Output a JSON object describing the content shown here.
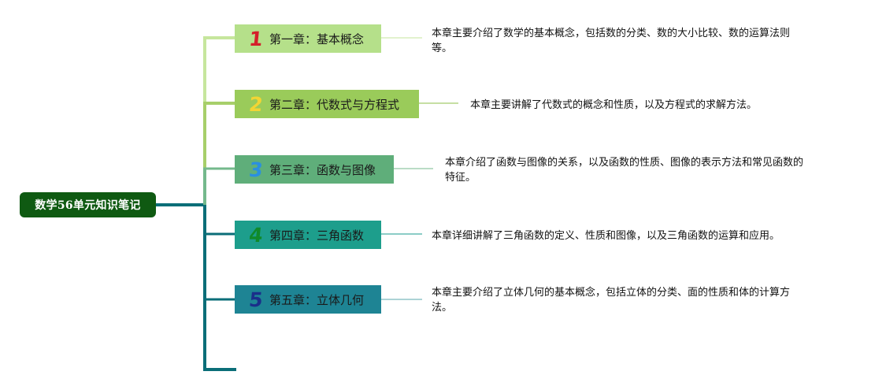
{
  "root": {
    "title": "数学56单元知识笔记"
  },
  "colors": {
    "root_bg": "#0f5a12",
    "trunk": "#0b6e78"
  },
  "chapters": [
    {
      "number": "1",
      "title": "第一章：基本概念",
      "description_lines": [
        "本章主要介绍了数学的基本概念，包括数的分类、数的大小比较、数的运算法则",
        "等。"
      ],
      "box_color": "#b5e08a",
      "number_color": "#d4202a",
      "branch_color": "#c6e69d"
    },
    {
      "number": "2",
      "title": "第二章：代数式与方程式",
      "description_lines": [
        "本章主要讲解了代数式的概念和性质，以及方程式的求解方法。"
      ],
      "box_color": "#9acb5a",
      "number_color": "#f2d534",
      "branch_color": "#a7cf6a"
    },
    {
      "number": "3",
      "title": "第三章：函数与图像",
      "description_lines": [
        "本章介绍了函数与图像的关系，以及函数的性质、图像的表示方法和常见函数的",
        "特征。"
      ],
      "box_color": "#5fae7a",
      "number_color": "#2a8fe0",
      "branch_color": "#74b98c"
    },
    {
      "number": "4",
      "title": "第四章：三角函数",
      "description_lines": [
        "本章详细讲解了三角函数的定义、性质和图像，以及三角函数的运算和应用。"
      ],
      "box_color": "#1d9e8c",
      "number_color": "#0f8a2a",
      "branch_color": "#1a9a8c"
    },
    {
      "number": "5",
      "title": "第五章：立体几何",
      "description_lines": [
        "本章主要介绍了立体几何的基本概念，包括立体的分类、面的性质和体的计算方",
        "法。"
      ],
      "box_color": "#1e8494",
      "number_color": "#1a2f8a",
      "branch_color": "#5aa7ad"
    }
  ]
}
